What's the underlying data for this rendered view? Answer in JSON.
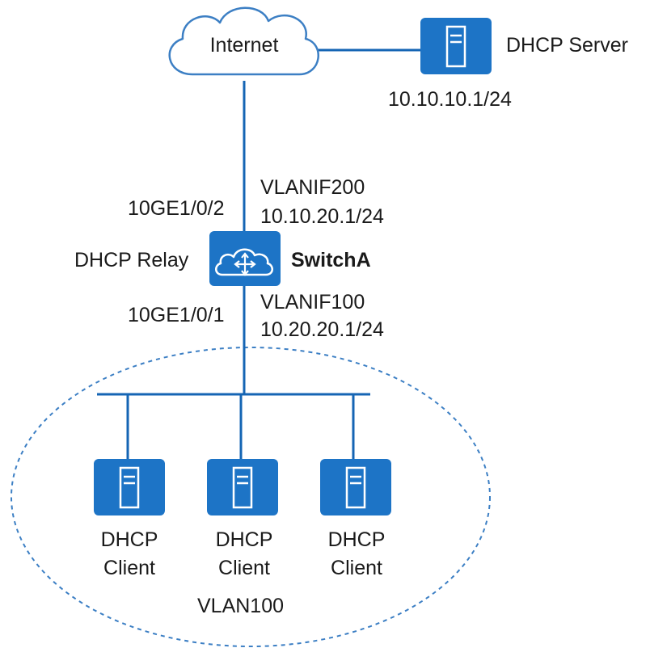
{
  "labels": {
    "internet": "Internet",
    "dhcp_server": "DHCP Server",
    "server_ip": "10.10.10.1/24",
    "uplink_port": "10GE1/0/2",
    "uplink_vlanif": "VLANIF200",
    "uplink_ip": "10.10.20.1/24",
    "relay_role": "DHCP Relay",
    "switch_name": "SwitchA",
    "downlink_port": "10GE1/0/1",
    "downlink_vlanif": "VLANIF100",
    "downlink_ip": "10.20.20.1/24",
    "vlan": "VLAN100"
  },
  "clients": [
    {
      "line1": "DHCP",
      "line2": "Client"
    },
    {
      "line1": "DHCP",
      "line2": "Client"
    },
    {
      "line1": "DHCP",
      "line2": "Client"
    }
  ],
  "colors": {
    "device_blue": "#1d74c6",
    "link_blue": "#1565b4",
    "cloud_stroke": "#3c7fc4",
    "dashed_ellipse": "#3c7fc4"
  },
  "icons": {
    "cloud": "cloud-icon",
    "server": "server-icon",
    "switch": "switch-icon"
  }
}
